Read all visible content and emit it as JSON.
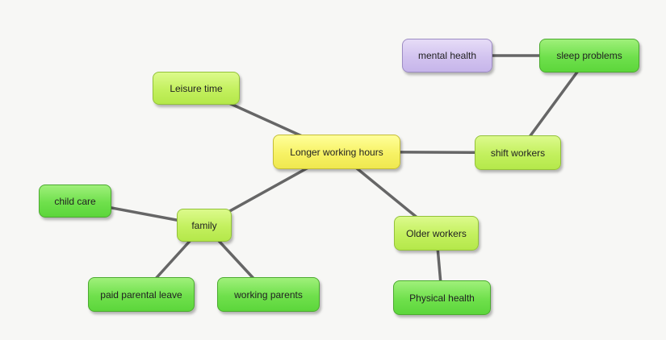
{
  "diagram": {
    "nodes": {
      "longer_working_hours": "Longer working hours",
      "leisure_time": "Leisure time",
      "family": "family",
      "child_care": "child care",
      "paid_parental_leave": "paid parental leave",
      "working_parents": "working parents",
      "older_workers": "Older workers",
      "physical_health": "Physical health",
      "shift_workers": "shift workers",
      "sleep_problems": "sleep problems",
      "mental_health": "mental health"
    },
    "edges": [
      [
        "longer_working_hours",
        "leisure_time"
      ],
      [
        "longer_working_hours",
        "family"
      ],
      [
        "longer_working_hours",
        "older_workers"
      ],
      [
        "longer_working_hours",
        "shift_workers"
      ],
      [
        "family",
        "child_care"
      ],
      [
        "family",
        "paid_parental_leave"
      ],
      [
        "family",
        "working_parents"
      ],
      [
        "older_workers",
        "physical_health"
      ],
      [
        "shift_workers",
        "sleep_problems"
      ],
      [
        "sleep_problems",
        "mental_health"
      ]
    ],
    "colors": {
      "edge": "#666666",
      "green": "#6fe04c",
      "lime": "#c3f05e",
      "yellow": "#f7f265",
      "purple": "#d2c3ef"
    }
  }
}
